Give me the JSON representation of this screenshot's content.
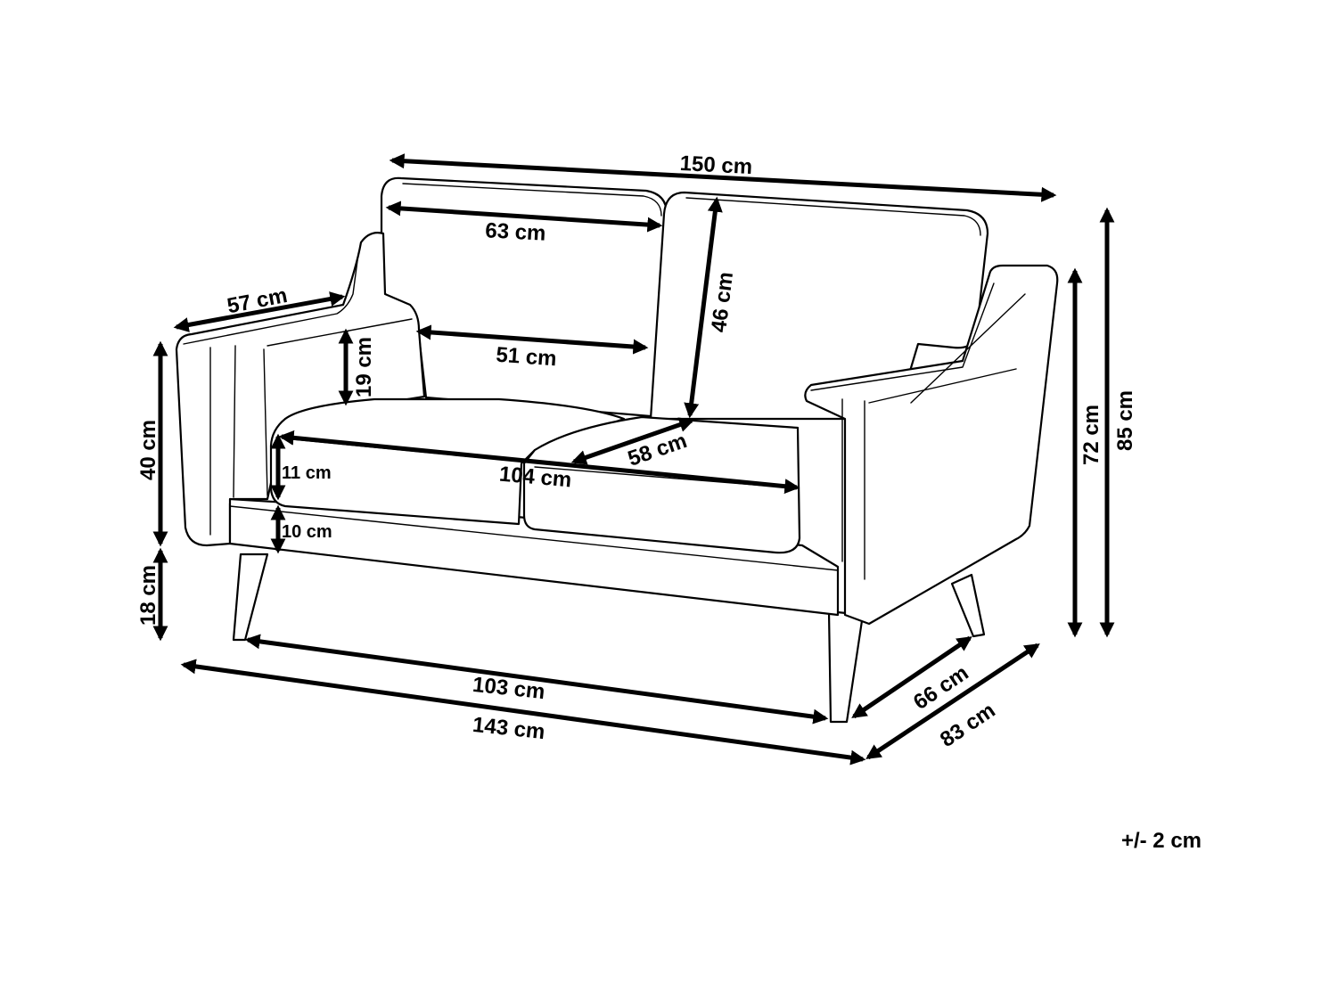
{
  "dimensions": {
    "total_width": "150 cm",
    "backrest_cushion_width": "63 cm",
    "backrest_height": "46 cm",
    "armrest_depth": "57 cm",
    "armrest_height_above_seat": "19 cm",
    "seat_width_single": "51 cm",
    "seat_depth": "58 cm",
    "seat_width_total": "104 cm",
    "seat_cushion_thickness": "11 cm",
    "base_thickness": "10 cm",
    "seat_height": "40 cm",
    "leg_height": "18 cm",
    "armrest_height": "72 cm",
    "total_height": "85 cm",
    "width_between_legs": "103 cm",
    "base_width": "143 cm",
    "depth_between_legs": "66 cm",
    "total_depth": "83 cm"
  },
  "tolerance": "+/- 2 cm"
}
